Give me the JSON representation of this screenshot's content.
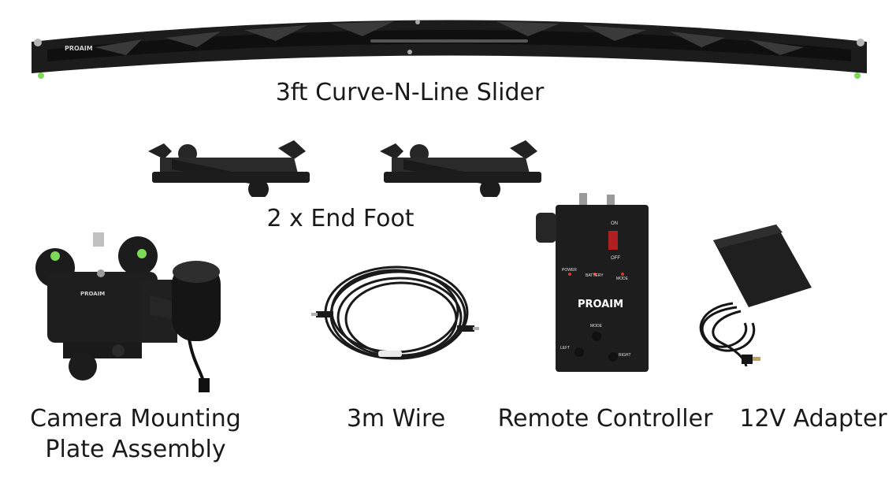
{
  "items": {
    "slider": {
      "label": "3ft Curve-N-Line Slider",
      "brand_mark": "PROAIM"
    },
    "end_foot": {
      "label": "2 x End Foot"
    },
    "camera_plate": {
      "label_line1": "Camera Mounting",
      "label_line2": "Plate Assembly"
    },
    "wire": {
      "label": "3m Wire"
    },
    "remote": {
      "label": "Remote Controller",
      "brand_mark": "PROAIM",
      "switch_on": "ON",
      "switch_off": "OFF",
      "led_power": "POWER",
      "led_battery": "BATTERY",
      "led_mode": "MODE",
      "btn_mode": "MODE",
      "btn_left": "LEFT",
      "btn_right": "RIGHT"
    },
    "adapter": {
      "label": "12V Adapter"
    }
  },
  "colors": {
    "background": "#ffffff",
    "product_black": "#1c1c1c",
    "product_dark": "#2a2a2a",
    "text": "#1a1a1a",
    "bubble_green": "#7ed957",
    "led_red": "#d23a2a"
  }
}
